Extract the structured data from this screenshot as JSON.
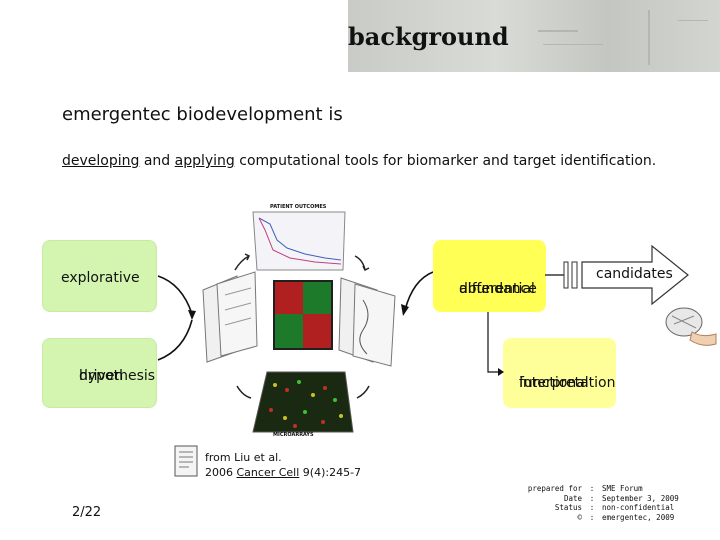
{
  "header": {
    "title": "background"
  },
  "content": {
    "subtitle": "emergentec biodevelopment is",
    "tagline": {
      "part1": "developing",
      "part2": " and ",
      "part3": "applying",
      "part4": " computational tools for biomarker and target identification."
    }
  },
  "diagram": {
    "boxes": {
      "explorative": "explorative",
      "hypothesis_line1": "hypothesis",
      "hypothesis_line2": "driven",
      "differential_line1": "differential",
      "differential_line2": "abundance",
      "functional_line1": "functional",
      "functional_line2": "interpretation"
    },
    "candidates": "candidates",
    "figure_labels": {
      "top": "PATIENT OUTCOMES",
      "bottom": "MICROARRAYS"
    }
  },
  "citation": {
    "line1": "from Liu et al.",
    "year": "2006 ",
    "journal": "Cancer Cell",
    "ref": " 9(4):245-7"
  },
  "slide_number": "2/22",
  "footer": [
    {
      "key": "prepared for",
      "value": "SME Forum"
    },
    {
      "key": "Date",
      "value": "September 3, 2009"
    },
    {
      "key": "Status",
      "value": "non-confidential"
    },
    {
      "key": "©",
      "value": "emergentec, 2009"
    }
  ],
  "colors": {
    "green_box": "#d3f5b0",
    "yellow_box": "#ffff99",
    "yellow_strong": "#ffff55"
  }
}
